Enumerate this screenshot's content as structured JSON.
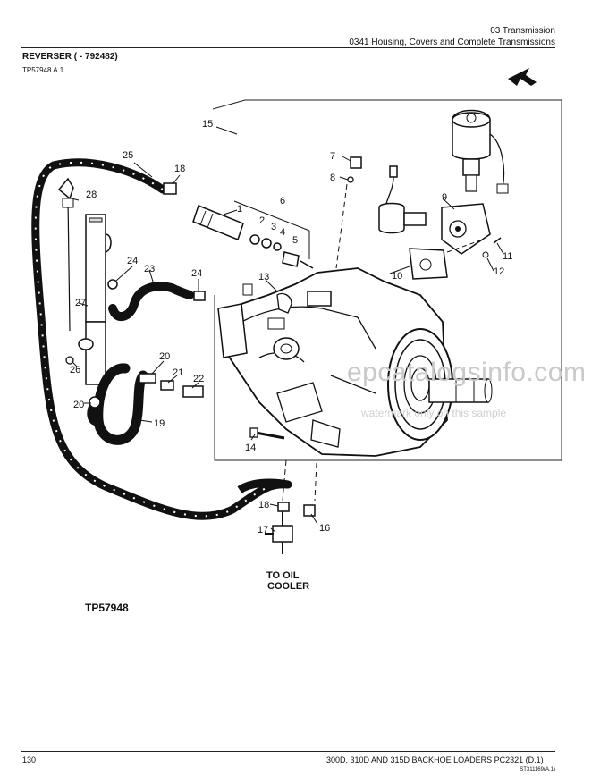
{
  "header": {
    "section": "03 Transmission",
    "subsection": "0341 Housing, Covers and Complete Transmissions"
  },
  "title": "REVERSER ( - 792482)",
  "image_ref": "TP57948 A.1",
  "figure": {
    "label": "TP57948",
    "destination_line1": "TO OIL",
    "destination_line2": "COOLER",
    "callouts": [
      {
        "id": "c1",
        "text": "1"
      },
      {
        "id": "c2",
        "text": "2"
      },
      {
        "id": "c3",
        "text": "3"
      },
      {
        "id": "c4",
        "text": "4"
      },
      {
        "id": "c5",
        "text": "5"
      },
      {
        "id": "c6",
        "text": "6"
      },
      {
        "id": "c7",
        "text": "7"
      },
      {
        "id": "c8",
        "text": "8"
      },
      {
        "id": "c9",
        "text": "9"
      },
      {
        "id": "c10",
        "text": "10"
      },
      {
        "id": "c11",
        "text": "11"
      },
      {
        "id": "c12",
        "text": "12"
      },
      {
        "id": "c13",
        "text": "13"
      },
      {
        "id": "c14",
        "text": "14"
      },
      {
        "id": "c15",
        "text": "15"
      },
      {
        "id": "c16",
        "text": "16"
      },
      {
        "id": "c17",
        "text": "17"
      },
      {
        "id": "c18a",
        "text": "18"
      },
      {
        "id": "c18b",
        "text": "18"
      },
      {
        "id": "c19",
        "text": "19"
      },
      {
        "id": "c20a",
        "text": "20"
      },
      {
        "id": "c20b",
        "text": "20"
      },
      {
        "id": "c21",
        "text": "21"
      },
      {
        "id": "c22",
        "text": "22"
      },
      {
        "id": "c23",
        "text": "23"
      },
      {
        "id": "c24a",
        "text": "24"
      },
      {
        "id": "c24b",
        "text": "24"
      },
      {
        "id": "c25",
        "text": "25"
      },
      {
        "id": "c26",
        "text": "26"
      },
      {
        "id": "c27",
        "text": "27"
      },
      {
        "id": "c28",
        "text": "28"
      }
    ]
  },
  "watermark": {
    "main": "epcatalogsinfo.com",
    "sub": "watermark only on this sample"
  },
  "footer": {
    "page": "130",
    "model": "300D, 310D AND 315D BACKHOE LOADERS    PC2321    (D.1)",
    "code": "ST311169(A.1)"
  }
}
